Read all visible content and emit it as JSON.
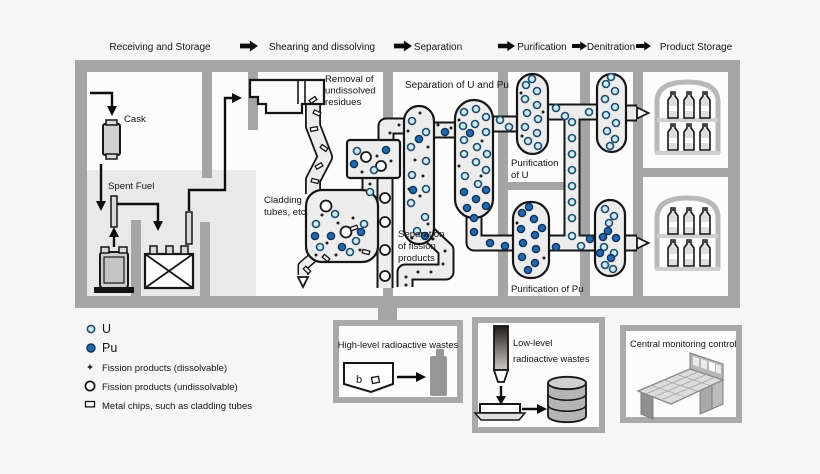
{
  "colors": {
    "page_bg": "#f6f6f6",
    "wall": "#a5a5a5",
    "room_bg": "#fcfcfc",
    "pool_bg": "#e9e9e9",
    "pipe_fill": "#ededed",
    "outline": "#161616",
    "u_fill": "#cdeaf0",
    "u_stroke": "#1d4a6b",
    "pu_fill": "#2368ab",
    "pu_stroke": "#0e3258",
    "box_border": "#a9a9a9",
    "metal": "#969696"
  },
  "stages": {
    "items": [
      {
        "label": "Receiving and Storage"
      },
      {
        "label": "Shearing and dissolving"
      },
      {
        "label": "Separation"
      },
      {
        "label": "Purification"
      },
      {
        "label": "Denitration"
      },
      {
        "label": "Product Storage"
      }
    ]
  },
  "plant": {
    "cask_label": "Cask",
    "spent_fuel_label": "Spent Fuel",
    "removal_lines": [
      "Removal of",
      "undissolved",
      "residues"
    ],
    "cladding_lines": [
      "Cladding",
      "tubes, etc."
    ],
    "separation_u_pu_label": "Separation of U and Pu",
    "separation_fp_lines": [
      "Separation",
      "of fission",
      "products"
    ],
    "purification_u_lines": [
      "Purification",
      "of U"
    ],
    "purification_pu_label": "Purification of Pu"
  },
  "legend": {
    "items": [
      {
        "symbol": "u-particle",
        "label": "U"
      },
      {
        "symbol": "pu-particle",
        "label": "Pu"
      },
      {
        "symbol": "fission-dissolvable-dot",
        "label": "Fission products (dissolvable)"
      },
      {
        "symbol": "fission-undissolvable-circle",
        "label": "Fission products (undissolvable)"
      },
      {
        "symbol": "metal-chip",
        "label": "Metal chips, such as cladding tubes"
      }
    ]
  },
  "waste_boxes": {
    "high_level": {
      "title": "High-level radioactive wastes",
      "melter_glyph": "b"
    },
    "low_level": {
      "title_lines": [
        "Low-level",
        "radioactive wastes"
      ]
    },
    "monitoring": {
      "title": "Central monitoring control"
    }
  }
}
